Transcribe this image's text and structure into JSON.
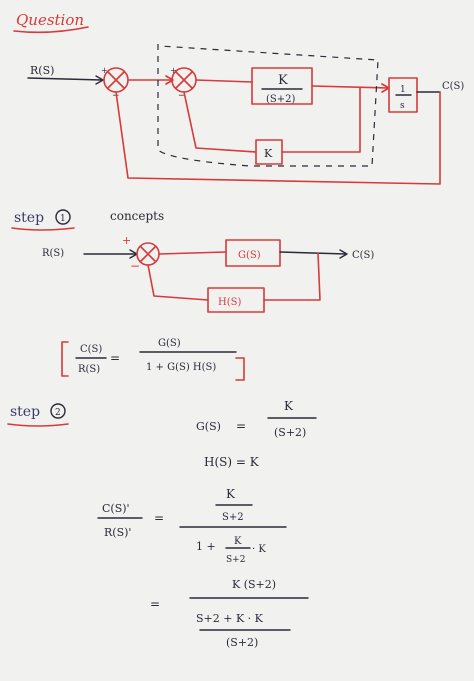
{
  "question": {
    "title": "Question"
  },
  "diagram1": {
    "input": "R(S)",
    "output": "C(S)",
    "sum1_signs": [
      "+",
      "−"
    ],
    "sum2_signs": [
      "+",
      "−"
    ],
    "forward_num": "K",
    "forward_den": "(S+2)",
    "feedback_inner": "K",
    "integrator_num": "1",
    "integrator_den": "s"
  },
  "step1": {
    "label": "step",
    "number": "1",
    "subtitle": "concepts",
    "input": "R(S)",
    "output": "C(S)",
    "plus": "+",
    "minus": "−",
    "forward": "G(S)",
    "feedback": "H(S)",
    "lhs_num": "C(S)",
    "lhs_den": "R(S)",
    "equals": "=",
    "rhs_num": "G(S)",
    "rhs_den": "1 + G(S) H(S)"
  },
  "step2": {
    "label": "step",
    "number": "2",
    "eq1_lhs": "G(S)",
    "eq1_eq": "=",
    "eq1_num": "K",
    "eq1_den": "(S+2)",
    "eq2": "H(S) = K",
    "lhs_num": "C(S)'",
    "lhs_den": "R(S)'",
    "eq3": "=",
    "a_num": "K",
    "a_num_den": "S+2",
    "a_den_one": "1 +",
    "a_den_k": "K",
    "a_den_s": "S+2",
    "a_den_dot": "· K",
    "eq4": "=",
    "b_num": "K (S+2)",
    "b_den_top": "S+2 + K · K",
    "b_den_bot": "(S+2)"
  }
}
